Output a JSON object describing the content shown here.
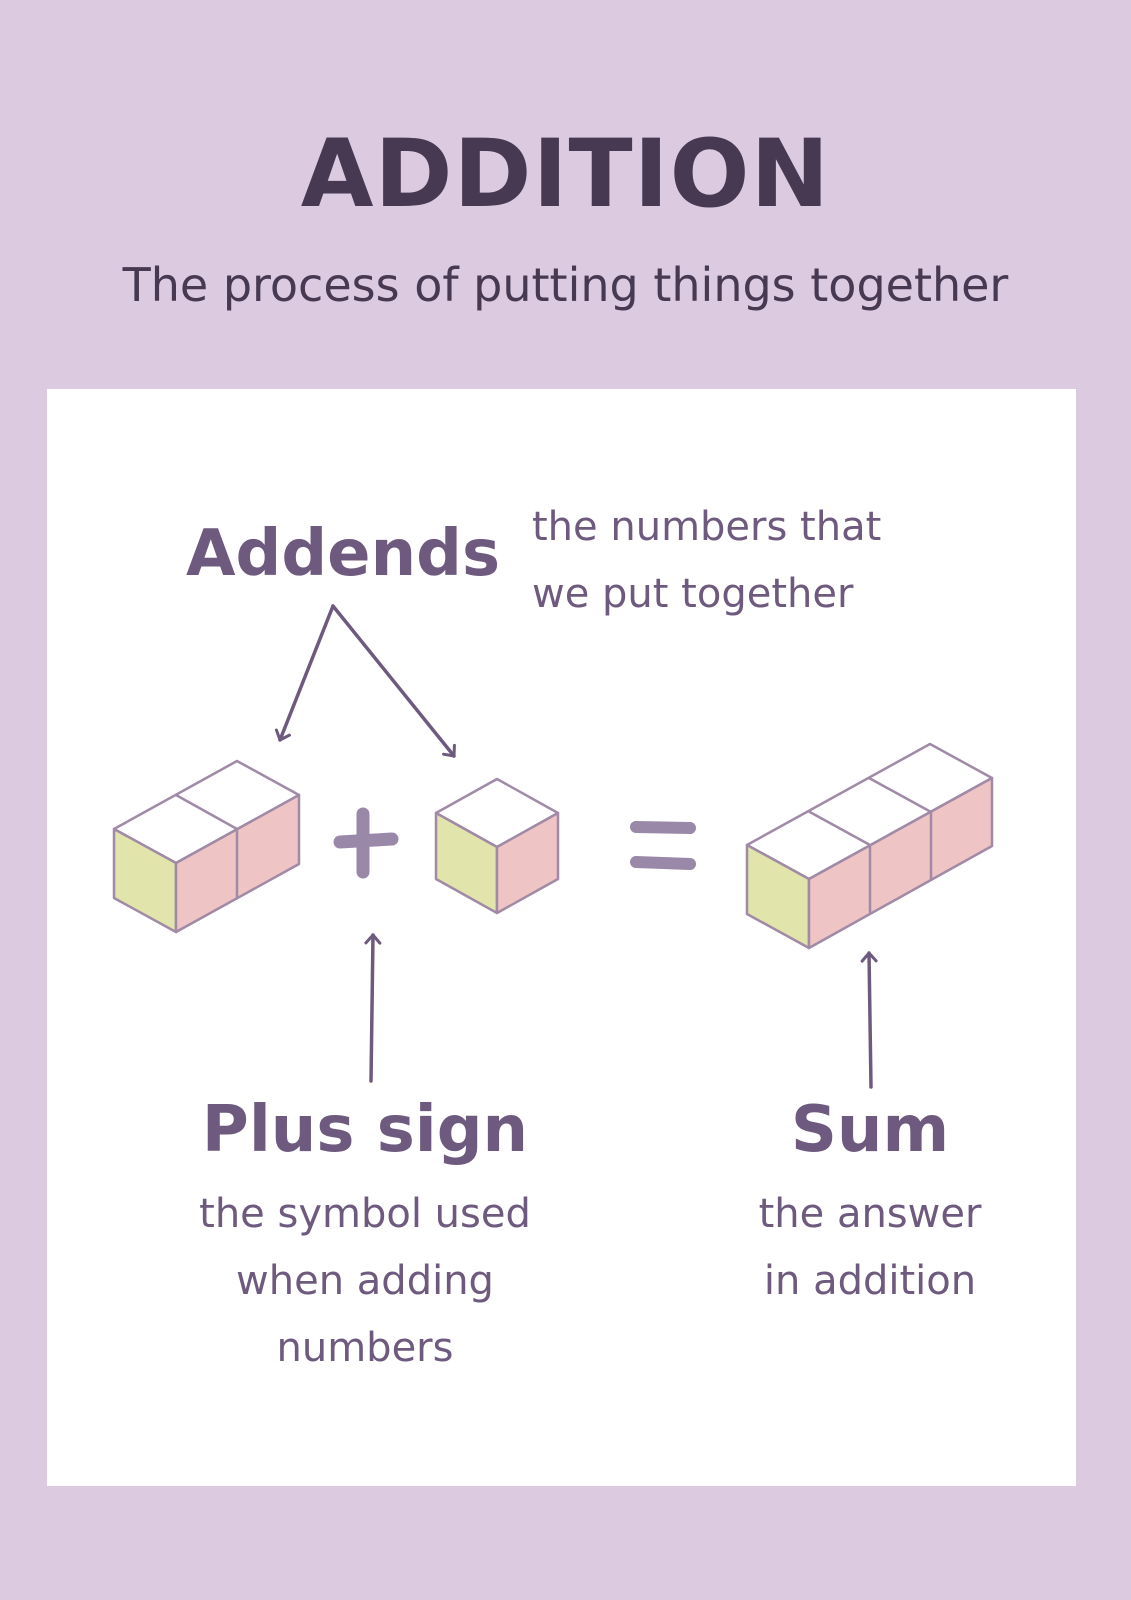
{
  "title": "ADDITION",
  "subtitle": "The process of putting things together",
  "terms": {
    "addends": {
      "label": "Addends",
      "description_lines": [
        "the numbers that",
        "we put together"
      ]
    },
    "plus_sign": {
      "label": "Plus sign",
      "description_lines": [
        "the symbol used",
        "when adding",
        "numbers"
      ]
    },
    "sum": {
      "label": "Sum",
      "description_lines": [
        "the answer",
        "in addition"
      ]
    }
  },
  "equation": {
    "first_addend_cubes": 2,
    "second_addend_cubes": 1,
    "sum_cubes": 3,
    "operator": "+",
    "equals": "="
  },
  "colors": {
    "background": "#dccae1",
    "panel": "#ffffff",
    "title_text": "#463951",
    "accent_text": "#6e5a7e",
    "cube_green": "#e1e5ab",
    "cube_pink": "#efc4c5",
    "cube_top": "#ffffff",
    "cube_edge": "#a08aa6",
    "symbol": "#9a88a8",
    "arrow": "#6e5a7e"
  }
}
